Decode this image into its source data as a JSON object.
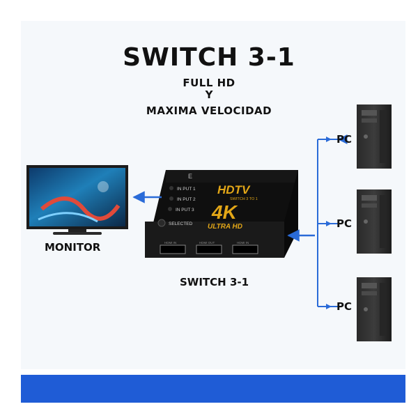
{
  "title": "SWITCH 3-1",
  "subtitle_lines": [
    "FULL HD",
    "Y",
    "MAXIMA VELOCIDAD"
  ],
  "labels": {
    "monitor": "MONITOR",
    "switch_caption": "SWITCH 3-1",
    "pc": [
      "PC",
      "PC",
      "PC"
    ]
  },
  "device": {
    "inputs": [
      "IN PUT 1",
      "IN PUT 2",
      "IN PUT 3"
    ],
    "selected": "SELECTED",
    "brand_hdtv": "HDTV",
    "brand_sub": "SWITCH 3 TO 1",
    "brand_4k": "4K",
    "brand_ultra": "ULTRA HD",
    "logo_letter": "E",
    "port_labels": [
      "HDMI IN",
      "HDMI OUT",
      "HDMI IN"
    ]
  },
  "colors": {
    "arrow": "#2a6bd8",
    "gold": "#e2a617",
    "device": "#141414",
    "bar": "#1f5cd6"
  }
}
